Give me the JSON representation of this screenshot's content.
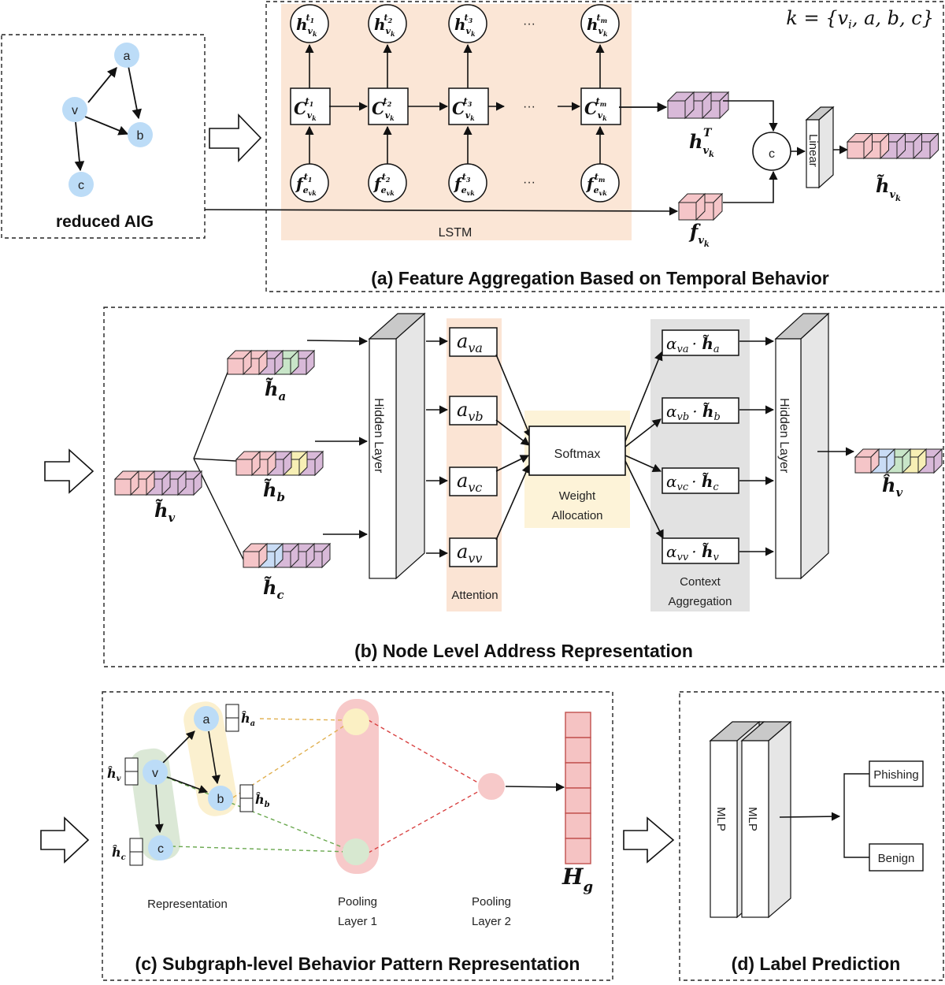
{
  "aig": {
    "title": "reduced AIG",
    "nodes": {
      "v": "v",
      "a": "a",
      "b": "b",
      "c": "c"
    }
  },
  "panel_a": {
    "title": "(a) Feature Aggregation Based on Temporal Behavior",
    "k_set": "k = {v",
    "k_set_sub": "i",
    "k_set_rest": ", a, b, c}",
    "lstm_label": "LSTM",
    "ellipsis": "···",
    "h_sym": "h",
    "c_sym": "C",
    "f_sym": "f",
    "v_k": "v",
    "k_sub": "k",
    "e_sub": "e",
    "t_sups": [
      "t",
      "t",
      "t",
      "t"
    ],
    "t_idx": [
      "1",
      "2",
      "3",
      "m"
    ],
    "hT_sup": "T",
    "concat": "c",
    "linear": "Linear",
    "out_label": "h̃"
  },
  "panel_b": {
    "title": "(b) Node Level Address Representation",
    "neighbors": [
      "a",
      "b",
      "c"
    ],
    "center": "v",
    "hidden_layer": "Hidden Layer",
    "alpha_sym": "α",
    "a_sym": "a",
    "attn_subs": [
      "va",
      "vb",
      "vc",
      "vv"
    ],
    "softmax": "Softmax",
    "weight_alloc_1": "Weight",
    "weight_alloc_2": "Allocation",
    "attention": "Attention",
    "context_1": "Context",
    "context_2": "Aggregation",
    "ctx_subs": [
      "va",
      "vb",
      "vc",
      "vv"
    ],
    "ctx_targets": [
      "a",
      "b",
      "c",
      "v"
    ],
    "dot": "·",
    "out_label": "ĥ"
  },
  "panel_c": {
    "title": "(c) Subgraph-level Behavior Pattern Representation",
    "representation": "Representation",
    "pooling1_1": "Pooling",
    "pooling1_2": "Layer 1",
    "pooling2_1": "Pooling",
    "pooling2_2": "Layer 2",
    "hg": "H",
    "hg_sub": "g",
    "nodes": [
      "v",
      "a",
      "b",
      "c"
    ]
  },
  "panel_d": {
    "title": "(d) Label Prediction",
    "mlp": "MLP",
    "phishing": "Phishing",
    "benign": "Benign"
  },
  "colors": {
    "lstm_bg": "#fbe6d6",
    "attention_bg": "#fbe4d4",
    "softmax_bg": "#fdf3d8",
    "context_bg": "#e2e2e2",
    "node_blue": "#bcdcf7",
    "pool_red": "#f7c9c9",
    "hg_red": "#f5c3c3",
    "cube_pink": "#f5c5c8",
    "cube_purple": "#d8b9d8",
    "cube_green": "#c8e5c8",
    "cube_yellow": "#f7efb5",
    "cube_blue": "#c9dcf5",
    "rep_green": "#dbe8d6",
    "rep_yellow": "#fbf0cf"
  }
}
